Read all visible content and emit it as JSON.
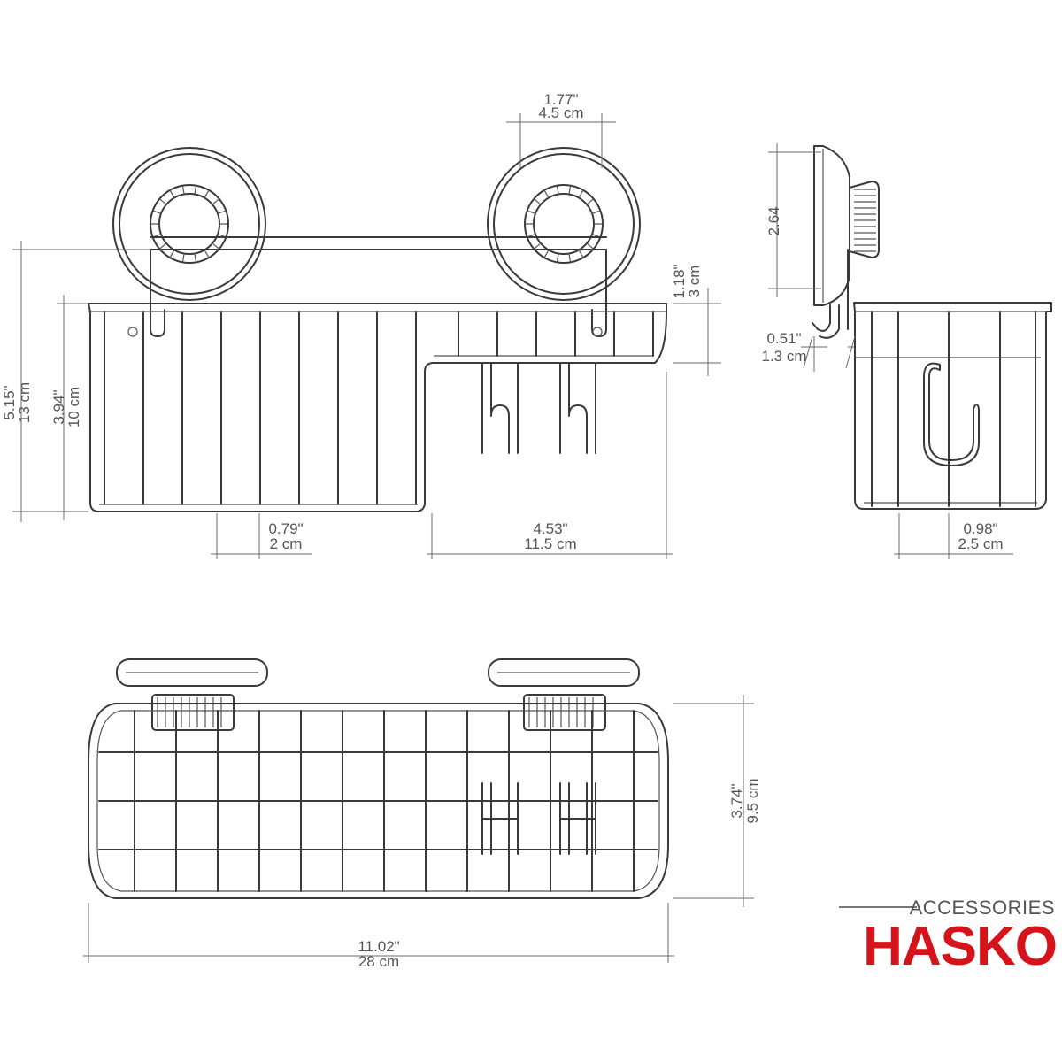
{
  "dimensions": {
    "suction_spacing": {
      "in": "1.77\"",
      "cm": "4.5 cm"
    },
    "hook_drop": {
      "in": "1.18\"",
      "cm": "3 cm"
    },
    "total_height": {
      "in": "5.15\"",
      "cm": "13 cm"
    },
    "basket_height": {
      "in": "3.94\"",
      "cm": "10 cm"
    },
    "wire_gap": {
      "in": "0.79\"",
      "cm": "2 cm"
    },
    "step_width": {
      "in": "4.53\"",
      "cm": "11.5 cm"
    },
    "suction_depth": {
      "cm": "2.64"
    },
    "hook_offset": {
      "in": "0.51\"",
      "cm": "1.3 cm"
    },
    "side_wire_gap": {
      "in": "0.98\"",
      "cm": "2.5 cm"
    },
    "depth": {
      "in": "3.74\"",
      "cm": "9.5 cm"
    },
    "width": {
      "in": "11.02\"",
      "cm": "28 cm"
    }
  },
  "brand": {
    "subtitle": "ACCESSORIES",
    "name": "HASKO",
    "color": "#d6131b"
  }
}
